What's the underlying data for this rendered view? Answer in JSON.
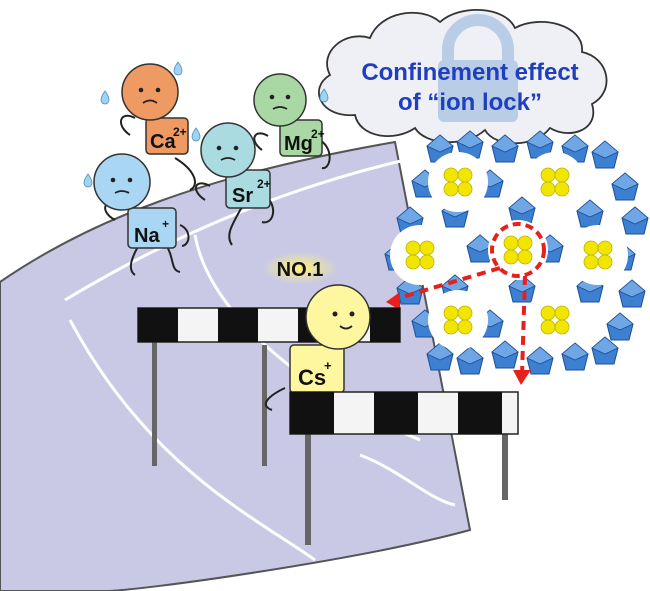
{
  "cloud": {
    "line1": "Confinement effect",
    "line2": "of “ion lock”"
  },
  "winner": {
    "badge": "NO.1",
    "ion": "Cs",
    "charge": "+"
  },
  "ions": [
    {
      "symbol": "Ca",
      "charge": "2+",
      "color": "#ee9a62"
    },
    {
      "symbol": "Mg",
      "charge": "2+",
      "color": "#a9d8a5"
    },
    {
      "symbol": "Sr",
      "charge": "2+",
      "color": "#a9dbe0"
    },
    {
      "symbol": "Na",
      "charge": "+",
      "color": "#a9d6f2"
    }
  ],
  "colors": {
    "track": "#c9c9e6",
    "track_line": "#ffffff",
    "cloud": "#eef0f5",
    "lock": "#b9cde6",
    "cloud_text": "#1f3fbf",
    "framework": "#3d7fd0",
    "cation": "#f2e600",
    "highlight": "#e8201c",
    "cs_body": "#fff6a0"
  },
  "icons": [
    "padlock-icon",
    "sweat-drop-icon",
    "zeolite-framework-icon"
  ]
}
